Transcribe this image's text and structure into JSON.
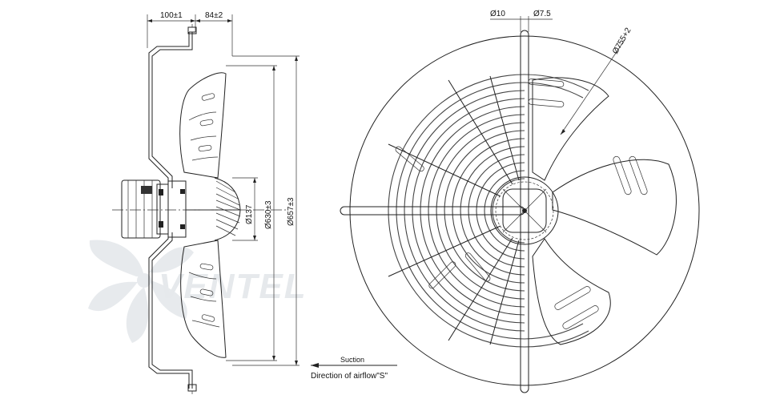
{
  "side_view": {
    "dims_top": [
      "100±1",
      "84±2"
    ],
    "dims_vertical": [
      "Ø137",
      "Ø630±3",
      "Ø657±3"
    ]
  },
  "front_view": {
    "dims": [
      "Ø10",
      "Ø7.5",
      "Ø755+2"
    ]
  },
  "airflow": {
    "suction_label": "Suction",
    "direction_label": "Direction of airflow\"S\""
  },
  "watermark": {
    "brand": "VENTEL"
  },
  "colors": {
    "line": "#222222",
    "watermark_fan": "#e6e9ec",
    "watermark_accent": "#d4e4f4"
  }
}
